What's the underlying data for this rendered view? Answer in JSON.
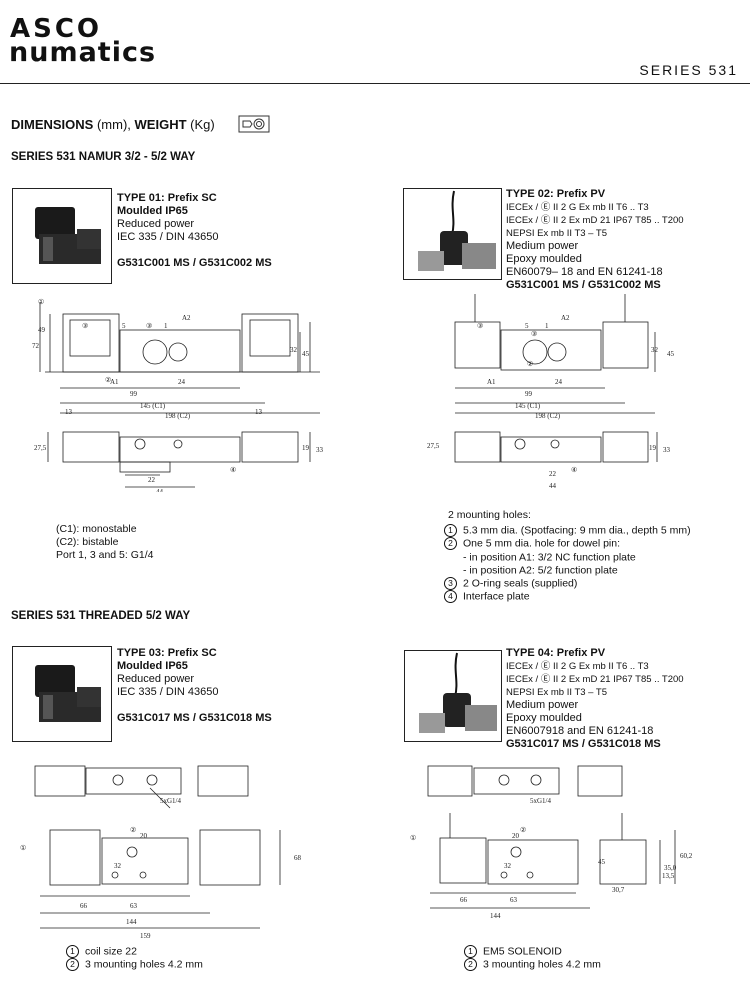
{
  "header": {
    "logo_line1": "ASCO",
    "logo_line2": "numatics",
    "series": "SERIES 531"
  },
  "title": {
    "dimensions": "DIMENSIONS",
    "dim_unit": "(mm),",
    "weight": "WEIGHT",
    "weight_unit": "(Kg)"
  },
  "section1": {
    "heading": "SERIES 531 NAMUR 3/2 - 5/2 WAY",
    "type01": {
      "title": "TYPE 01: Prefix SC",
      "subtitle": "Moulded IP65",
      "line1": "Reduced power",
      "line2": "IEC 335 / DIN 43650",
      "codes": "G531C001 MS / G531C002 MS"
    },
    "type02": {
      "title": "TYPE 02: Prefix PV",
      "line1": "IECEx / Ⓔ II 2 G Ex mb II T6 .. T3",
      "line2": "IECEx / Ⓔ II 2 Ex mD 21 IP67 T85 .. T200",
      "line3": "NEPSI Ex mb II T3 – T5",
      "line4": "Medium power",
      "line5": "Epoxy moulded",
      "line6": "EN60079– 18 and EN 61241-18",
      "codes": "G531C001 MS / G531C002 MS"
    },
    "drawing_left": {
      "labels": [
        "①",
        "③",
        "5",
        "③",
        "1",
        "A2",
        "②",
        "A1",
        "99",
        "24",
        "145 (C1)",
        "198 (C2)",
        "13",
        "13",
        "49",
        "72",
        "32",
        "45",
        "27,5",
        "22",
        "44",
        "19",
        "33",
        "④"
      ]
    },
    "drawing_right": {
      "labels": [
        "③",
        "5",
        "③",
        "1",
        "A2",
        "②",
        "A1",
        "99",
        "24",
        "145 (C1)",
        "198 (C2)",
        "32",
        "45",
        "27,5",
        "22",
        "44",
        "19",
        "33",
        "④"
      ]
    },
    "notes_left": [
      "(C1): monostable",
      "(C2): bistable",
      "Port 1, 3 and 5: G1/4"
    ],
    "mounting_title": "2 mounting holes:",
    "notes_right": [
      {
        "num": "1",
        "text": "5.3 mm dia. (Spotfacing: 9 mm dia., depth 5 mm)"
      },
      {
        "num": "2",
        "text": "One 5 mm dia. hole for dowel pin:"
      },
      {
        "num": "",
        "text": "- in position A1: 3/2 NC function plate"
      },
      {
        "num": "",
        "text": "- in position A2: 5/2 function plate"
      },
      {
        "num": "3",
        "text": "2 O-ring seals (supplied)"
      },
      {
        "num": "4",
        "text": "Interface plate"
      }
    ]
  },
  "section2": {
    "heading": "SERIES 531 THREADED 5/2 WAY",
    "type03": {
      "title": "TYPE 03: Prefix SC",
      "subtitle": "Moulded IP65",
      "line1": "Reduced power",
      "line2": "IEC 335 / DIN 43650",
      "codes": "G531C017 MS / G531C018 MS"
    },
    "type04": {
      "title": "TYPE 04: Prefix PV",
      "line1": "IECEx / Ⓔ II 2 G Ex mb II T6 .. T3",
      "line2": "IECEx / Ⓔ II 2 Ex mD 21 IP67 T85 .. T200",
      "line3": "NEPSI Ex mb II T3 – T5",
      "line4": "Medium  power",
      "line5": "Epoxy moulded",
      "line6": "EN6007918 and EN 61241-18",
      "codes": "G531C017 MS / G531C018 MS"
    },
    "drawing_left": {
      "labels": [
        "5xG1/4",
        "①",
        "②",
        "20",
        "32",
        "68",
        "66",
        "63",
        "144",
        "159"
      ]
    },
    "drawing_right": {
      "labels": [
        "5xG1/4",
        "①",
        "②",
        "20",
        "32",
        "45",
        "35,0",
        "60,2",
        "30,7",
        "13,5",
        "66",
        "63",
        "144"
      ]
    },
    "notes_left": [
      {
        "num": "1",
        "text": "coil size 22"
      },
      {
        "num": "2",
        "text": "3 mounting holes 4.2 mm"
      }
    ],
    "notes_right": [
      {
        "num": "1",
        "text": "EM5 SOLENOID"
      },
      {
        "num": "2",
        "text": "3 mounting holes 4.2 mm"
      }
    ]
  }
}
